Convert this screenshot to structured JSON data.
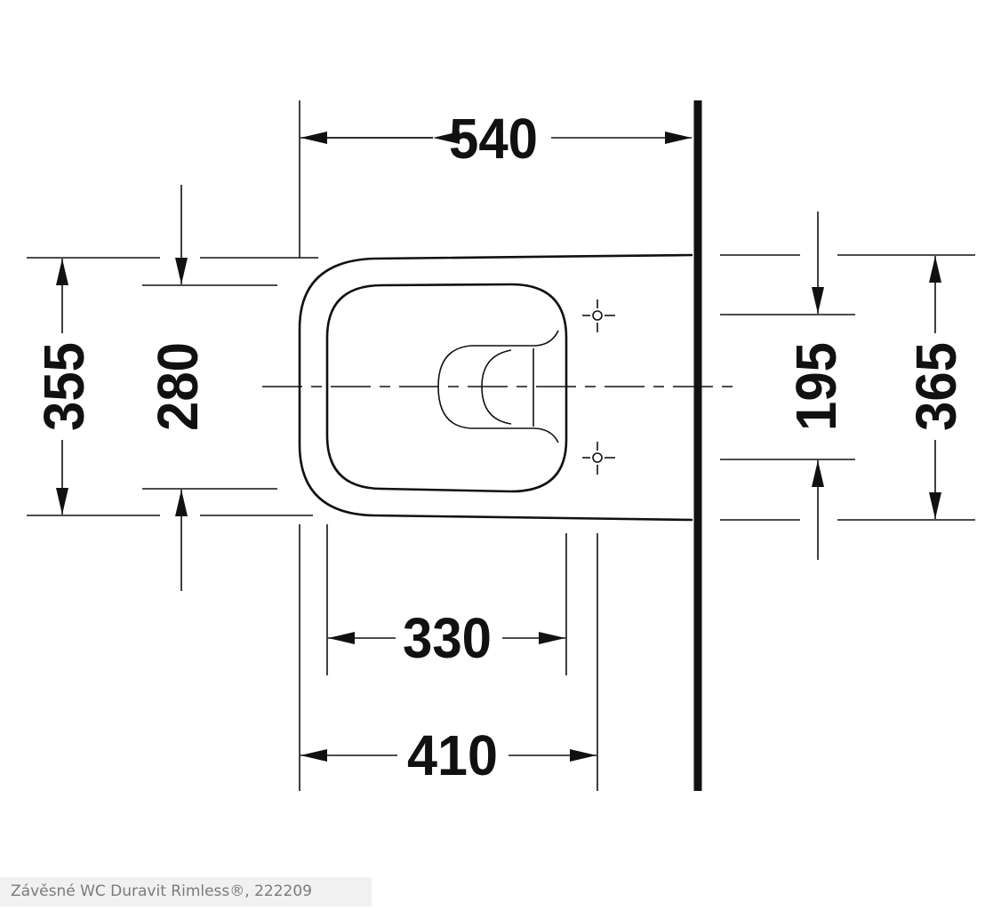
{
  "drawing": {
    "title": "Wall-hung WC top view dimension drawing",
    "dimensions": {
      "depth_total": "540",
      "width_outer": "355",
      "seat_width": "280",
      "fixing_hole_spacing": "195",
      "width_back": "365",
      "seat_depth": "330",
      "bowl_depth": "410"
    },
    "unit": "mm"
  },
  "caption": "Závěsné WC Duravit Rimless®, 222209"
}
